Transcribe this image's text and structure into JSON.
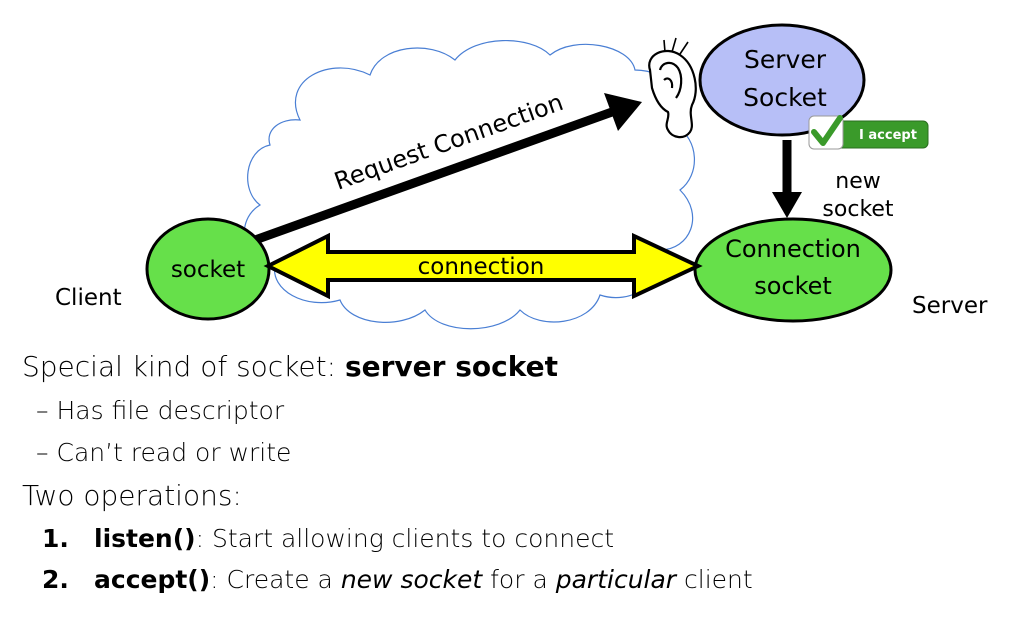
{
  "diagram": {
    "request_label": "Request Connection",
    "connection_label": "connection",
    "client_socket_label": "socket",
    "client_label": "Client",
    "server_label": "Server",
    "server_socket_line1": "Server",
    "server_socket_line2": "Socket",
    "connection_socket_line1": "Connection",
    "connection_socket_line2": "socket",
    "new_socket_line1": "new",
    "new_socket_line2": "socket",
    "accept_badge": "I accept",
    "colors": {
      "client_fill": "#66e04a",
      "server_socket_fill": "#b7bff7",
      "connection_arrow": "#ffff00",
      "cloud_stroke": "#4a7fd4",
      "badge_green": "#3a9a2a"
    }
  },
  "bullets": {
    "line1_prefix": "Special kind of socket: ",
    "line1_bold": "server socket",
    "line2_dash": "–",
    "line2": "Has file descriptor",
    "line3_dash": "–",
    "line3": "Can’t read or write",
    "line4": "Two operations:",
    "item1_num": "1.",
    "item1_bold": "listen()",
    "item1_text": ": Start allowing clients to connect",
    "item2_num": "2.",
    "item2_bold": "accept()",
    "item2_text1": ": Create a ",
    "item2_italic1": "new socket",
    "item2_text2": " for a ",
    "item2_italic2": "particular",
    "item2_text3": " client"
  }
}
